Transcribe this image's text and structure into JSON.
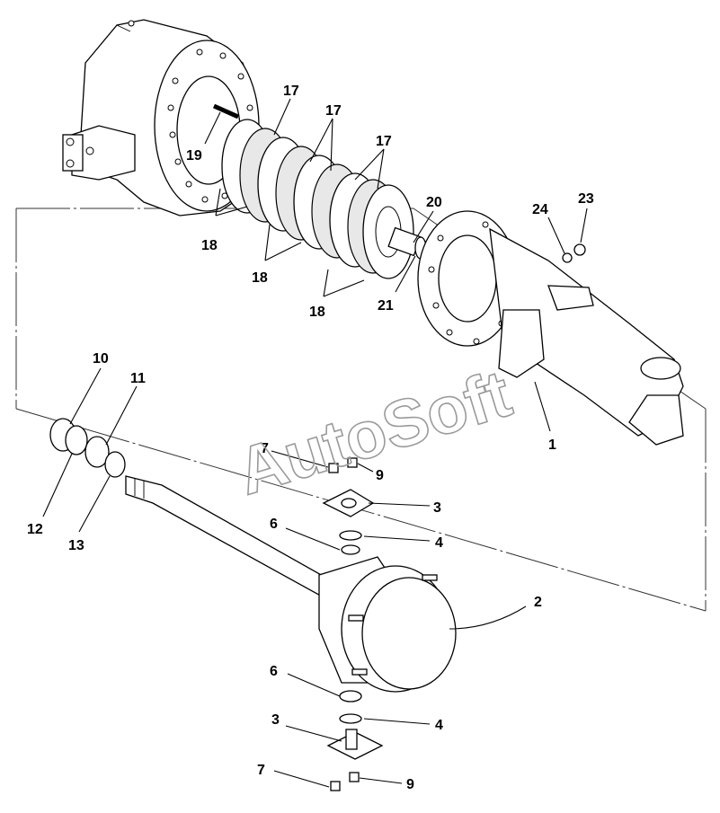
{
  "watermark": "AutoSoft",
  "callouts": [
    {
      "id": "c17a",
      "text": "17"
    },
    {
      "id": "c17b",
      "text": "17"
    },
    {
      "id": "c17c",
      "text": "17"
    },
    {
      "id": "c19",
      "text": "19"
    },
    {
      "id": "c18a",
      "text": "18"
    },
    {
      "id": "c18b",
      "text": "18"
    },
    {
      "id": "c18c",
      "text": "18"
    },
    {
      "id": "c20",
      "text": "20"
    },
    {
      "id": "c21",
      "text": "21"
    },
    {
      "id": "c24",
      "text": "24"
    },
    {
      "id": "c23",
      "text": "23"
    },
    {
      "id": "c1",
      "text": "1"
    },
    {
      "id": "c10",
      "text": "10"
    },
    {
      "id": "c11",
      "text": "11"
    },
    {
      "id": "c12",
      "text": "12"
    },
    {
      "id": "c13",
      "text": "13"
    },
    {
      "id": "c7a",
      "text": "7"
    },
    {
      "id": "c9a",
      "text": "9"
    },
    {
      "id": "c3a",
      "text": "3"
    },
    {
      "id": "c6a",
      "text": "6"
    },
    {
      "id": "c4a",
      "text": "4"
    },
    {
      "id": "c2",
      "text": "2"
    },
    {
      "id": "c6b",
      "text": "6"
    },
    {
      "id": "c4b",
      "text": "4"
    },
    {
      "id": "c3b",
      "text": "3"
    },
    {
      "id": "c7b",
      "text": "7"
    },
    {
      "id": "c9b",
      "text": "9"
    }
  ]
}
